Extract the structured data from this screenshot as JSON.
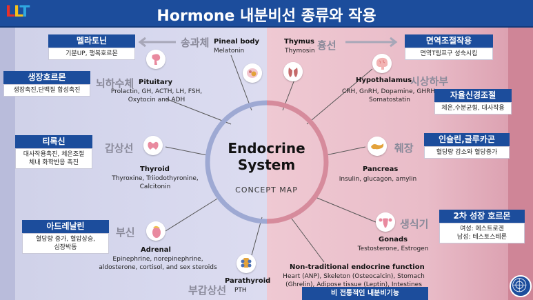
{
  "header": {
    "logo_letters": [
      "L",
      "L",
      "T"
    ],
    "title": "Hormone 내분비선 종류와 작용"
  },
  "center": {
    "title_line1": "Endocrine",
    "title_line2": "System",
    "subtitle": "CONCEPT MAP"
  },
  "glands": {
    "pineal": {
      "korean": "송과체",
      "name": "Pineal body",
      "hormones": "Melatonin",
      "box_title": "멜라토닌",
      "box_desc": "기분UP, 행복호르몬",
      "icon": "pineal-gland-icon"
    },
    "pituitary": {
      "korean": "뇌하수체",
      "name": "Pituitary",
      "hormones_line1": "Prolactin, GH, ACTH, LH, FSH,",
      "hormones_line2": "Oxytocin and ADH",
      "box_title": "생장호르몬",
      "box_desc": "생장촉진,단백질 합성촉진",
      "icon": "pituitary-gland-icon"
    },
    "thyroid": {
      "korean": "갑상선",
      "name": "Thyroid",
      "hormones_line1": "Thyroxine, Triiodothyronine,",
      "hormones_line2": "Calcitonin",
      "box_title": "티록신",
      "box_desc_line1": "대사작용촉진, 체온조절",
      "box_desc_line2": "체내 화학반응 촉진",
      "icon": "thyroid-gland-icon"
    },
    "adrenal": {
      "korean": "부신",
      "name": "Adrenal",
      "hormones_line1": "Epinephrine, norepinephrine,",
      "hormones_line2": "aldosterone, cortisol, and sex steroids",
      "box_title": "아드레날린",
      "box_desc_line1": "혈당량 증가, 혈압상승,",
      "box_desc_line2": "심장박동",
      "icon": "adrenal-gland-icon"
    },
    "parathyroid": {
      "korean": "부갑상선",
      "name": "Parathyroid",
      "hormones": "PTH",
      "icon": "parathyroid-gland-icon"
    },
    "thymus": {
      "korean": "흉선",
      "name": "Thymus",
      "hormones": "Thymosin",
      "box_title": "면역조절작용",
      "box_desc": "면역T림프구 성숙시킴",
      "icon": "thymus-gland-icon"
    },
    "hypothalamus": {
      "korean": "시상하부",
      "name": "Hypothalamus",
      "hormones_line1": "CRH, GnRH, Dopamine, GHRH,",
      "hormones_line2": "Somatostatin",
      "box_title": "자율신경조절",
      "box_desc": "체온,수분균형, 대사작용",
      "icon": "hypothalamus-brain-icon"
    },
    "pancreas": {
      "korean": "췌장",
      "name": "Pancreas",
      "hormones": "Insulin, glucagon, amylin",
      "box_title": "인슐린,글루카곤",
      "box_desc": "혈당량 감소와 혈당증가",
      "icon": "pancreas-icon"
    },
    "gonads": {
      "korean": "생식기",
      "name": "Gonads",
      "hormones": "Testosterone, Estrogen",
      "box_title": "2차 성장 호르몬",
      "box_desc_line1": "여성: 에스트로겐",
      "box_desc_line2": "남성: 테스토스테론",
      "icon": "gonads-uterus-icon"
    },
    "nontraditional": {
      "name": "Non-traditional endocrine function",
      "line1": "Heart (ANP), Skeleton (Osteocalcin), Stomach",
      "line2": "(Ghrelin), Adipose tissue (Leptin), Intestines",
      "box_title": "비 전통적인 내분비기능"
    }
  },
  "colors": {
    "header_blue": "#1c4d9c",
    "left_bg": "#d7d8ee",
    "right_bg": "#e9bcc8",
    "ring": "#9ea9d3",
    "ring_right": "#d68b9c"
  }
}
